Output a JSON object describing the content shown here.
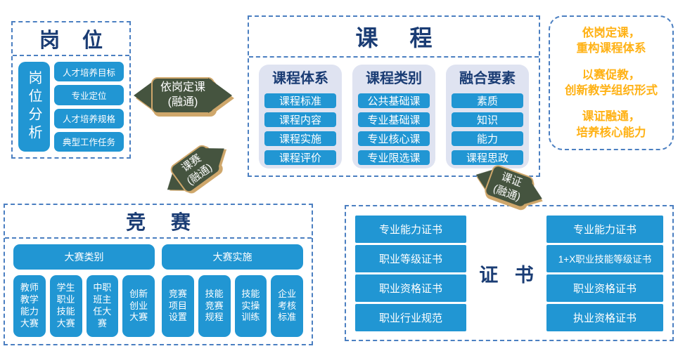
{
  "colors": {
    "box_blue": "#2196d3",
    "title_navy": "#1a3c74",
    "dashed_border_blue": "#4b7fc1",
    "card_lavender": "#dfe3f1",
    "arrow_green": "#45543f",
    "arrow_tan": "#cfa76b",
    "goal_orange": "#ffb216"
  },
  "gangwei": {
    "title": "岗 位",
    "side_label": "岗位分析",
    "items": [
      "人才培养目标",
      "专业定位",
      "人才培养规格",
      "典型工作任务"
    ]
  },
  "kecheng": {
    "title": "课 程",
    "groups": [
      {
        "title": "课程体系",
        "items": [
          "课程标准",
          "课程内容",
          "课程实施",
          "课程评价"
        ]
      },
      {
        "title": "课程类别",
        "items": [
          "公共基础课",
          "专业基础课",
          "专业核心课",
          "专业限选课"
        ]
      },
      {
        "title": "融合要素",
        "items": [
          "素质",
          "知识",
          "能力",
          "课程思政"
        ]
      }
    ]
  },
  "goals": {
    "items": [
      "依岗定课，\n重构课程体系",
      "以赛促教，\n创新教学组织形式",
      "课证融通，\n培养核心能力"
    ]
  },
  "arrows": {
    "position_course": "依岗定课\n(融通)",
    "course_competition": "课赛\n(融通)",
    "course_certificate": "课证\n(融通)"
  },
  "jingsai": {
    "title": "竞 赛",
    "groups": [
      {
        "header": "大赛类别",
        "items": [
          "教师\n教学\n能力\n大赛",
          "学生\n职业\n技能\n大赛",
          "中职\n班主\n任大\n赛",
          "创新\n创业\n大赛"
        ]
      },
      {
        "header": "大赛实施",
        "items": [
          "竞赛\n项目\n设置",
          "技能\n竞赛\n规程",
          "技能\n实操\n训练",
          "企业\n考核\n标准"
        ]
      }
    ]
  },
  "zhengshu": {
    "title": "证 书",
    "left_items": [
      "专业能力证书",
      "职业等级证书",
      "职业资格证书",
      "职业行业规范"
    ],
    "right_items": [
      "专业能力证书",
      "1+X职业技能等级证书",
      "职业资格证书",
      "执业资格证书"
    ]
  }
}
